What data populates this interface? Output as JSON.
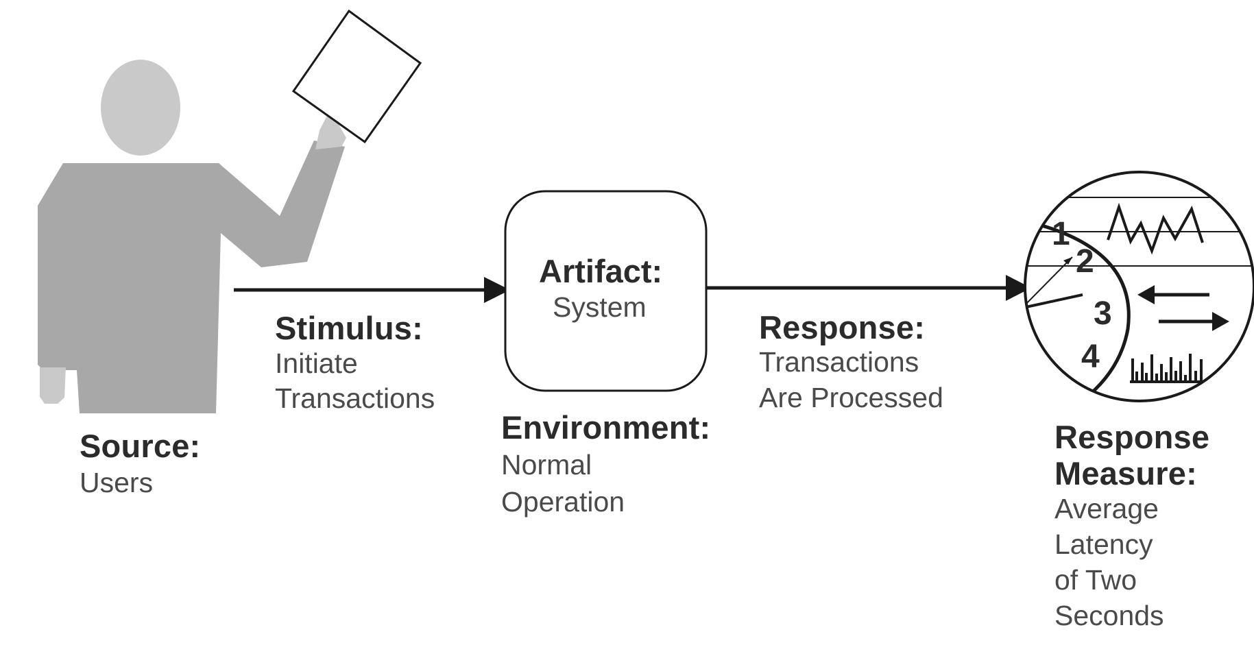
{
  "source": {
    "title": "Source:",
    "body": "Users"
  },
  "stimulus": {
    "title": "Stimulus:",
    "line1": "Initiate",
    "line2": "Transactions"
  },
  "artifact": {
    "title": "Artifact:",
    "body": "System"
  },
  "environment": {
    "title": "Environment:",
    "line1": "Normal",
    "line2": "Operation"
  },
  "response": {
    "title": "Response:",
    "line1": "Transactions",
    "line2": "Are Processed"
  },
  "response_measure": {
    "title_line1": "Response",
    "title_line2": "Measure:",
    "line1": "Average",
    "line2": "Latency",
    "line3": "of Two",
    "line4": "Seconds"
  },
  "dial": {
    "numbers": [
      "1",
      "2",
      "3",
      "4"
    ]
  },
  "colors": {
    "figure_gray": "#a8a8a8",
    "head_gray": "#c8c8c8",
    "outline": "#1a1a1a"
  }
}
